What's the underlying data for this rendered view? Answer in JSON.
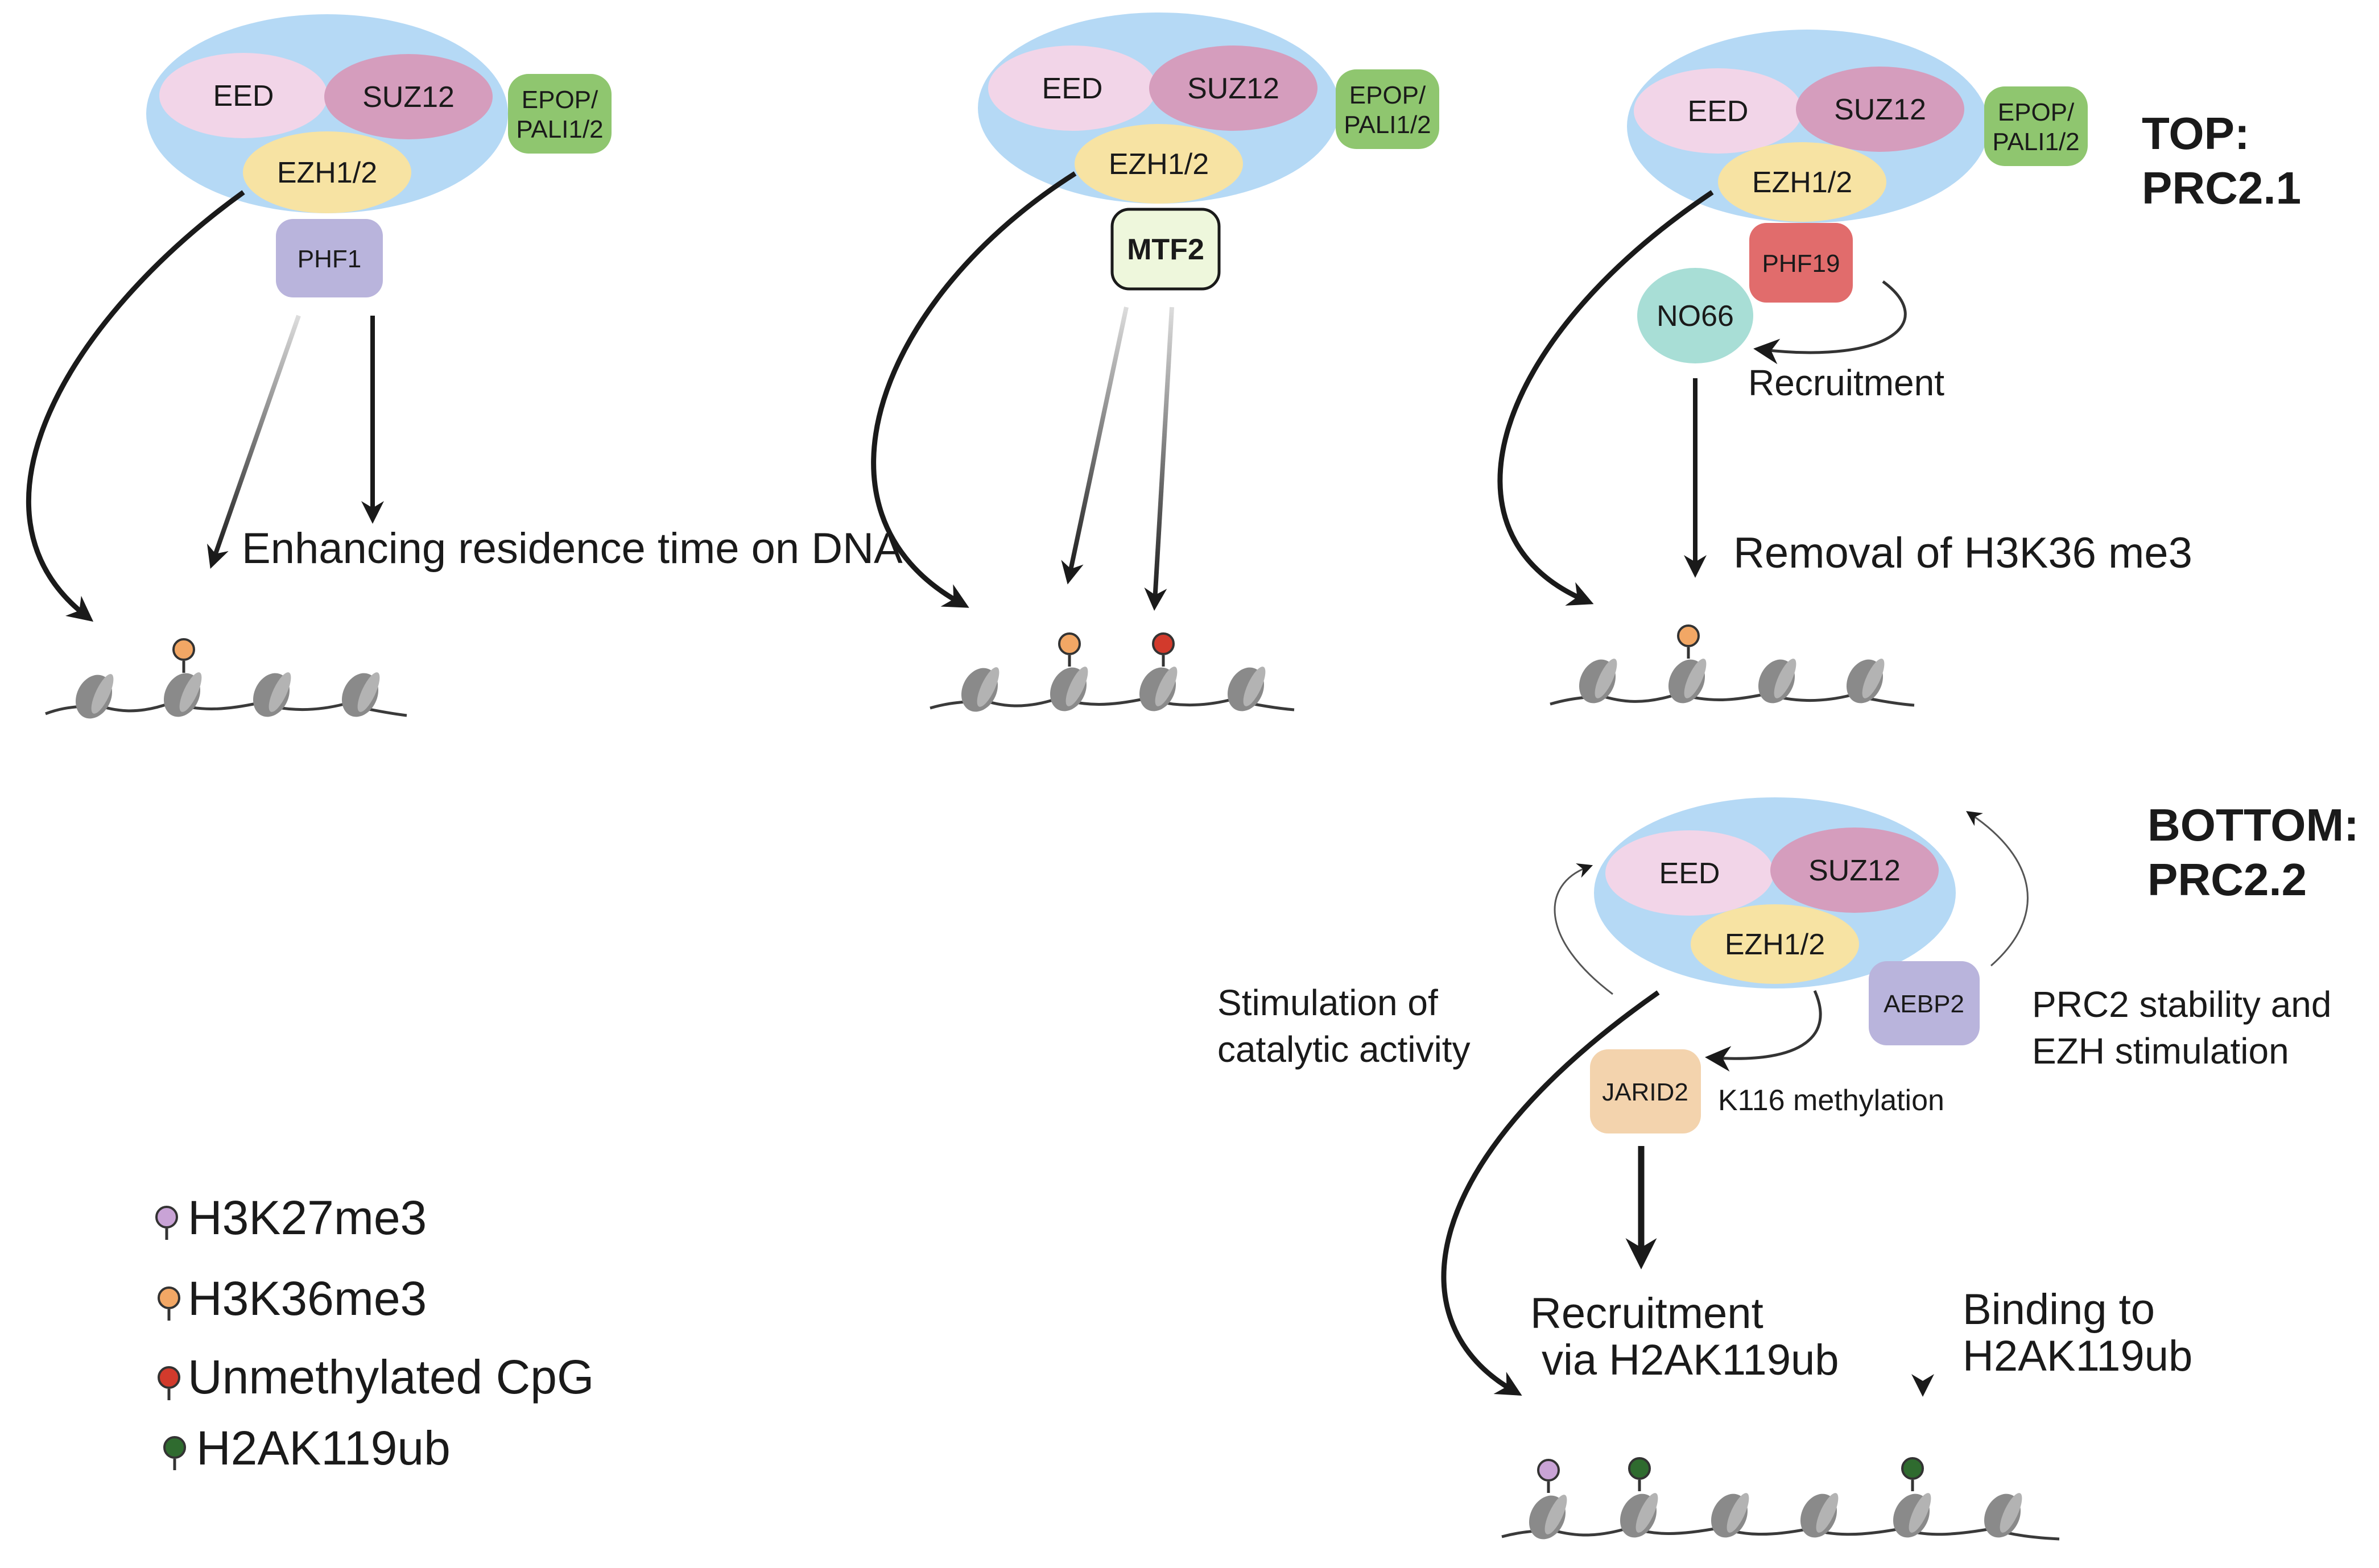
{
  "headings": {
    "top": [
      "TOP:",
      "PRC2.1"
    ],
    "bottom": [
      "BOTTOM:",
      "PRC2.2"
    ]
  },
  "proteins": {
    "eed": "EED",
    "suz12": "SUZ12",
    "ezh": "EZH1/2",
    "epop": [
      "EPOP/",
      "PALI1/2"
    ],
    "phf1": "PHF1",
    "mtf2": "MTF2",
    "phf19": "PHF19",
    "no66": "NO66",
    "aebp2": "AEBP2",
    "jarid2": "JARID2"
  },
  "labels": {
    "residence": "Enhancing residence time on DNA",
    "recruitment": "Recruitment",
    "removal": "Removal of H3K36 me3",
    "stimulation": [
      "Stimulation of",
      "catalytic activity"
    ],
    "stability": [
      "PRC2 stability and",
      "EZH stimulation"
    ],
    "k116": "K116 methylation",
    "recruit_via": [
      "Recruitment",
      "via H2AK119ub"
    ],
    "binding": [
      "Binding to",
      "H2AK119ub"
    ]
  },
  "legend": [
    {
      "label": "H3K27me3",
      "color": "#c9a3d6"
    },
    {
      "label": "H3K36me3",
      "color": "#f2a765"
    },
    {
      "label": "Unmethylated CpG",
      "color": "#d23a2c"
    },
    {
      "label": "H2AK119ub",
      "color": "#2f6b2f"
    }
  ],
  "colors": {
    "complex": "#b5d9f5",
    "eed": "#f2d5e8",
    "suz12": "#d59dbd",
    "ezh": "#f7e3a3",
    "epop": "#8fc66f",
    "phf1": "#b9b4dc",
    "mtf2": "#eef7dc",
    "phf19": "#e16c6c",
    "no66": "#a8ded6",
    "aebp2": "#b9b4dc",
    "jarid2": "#f3d3ad"
  }
}
